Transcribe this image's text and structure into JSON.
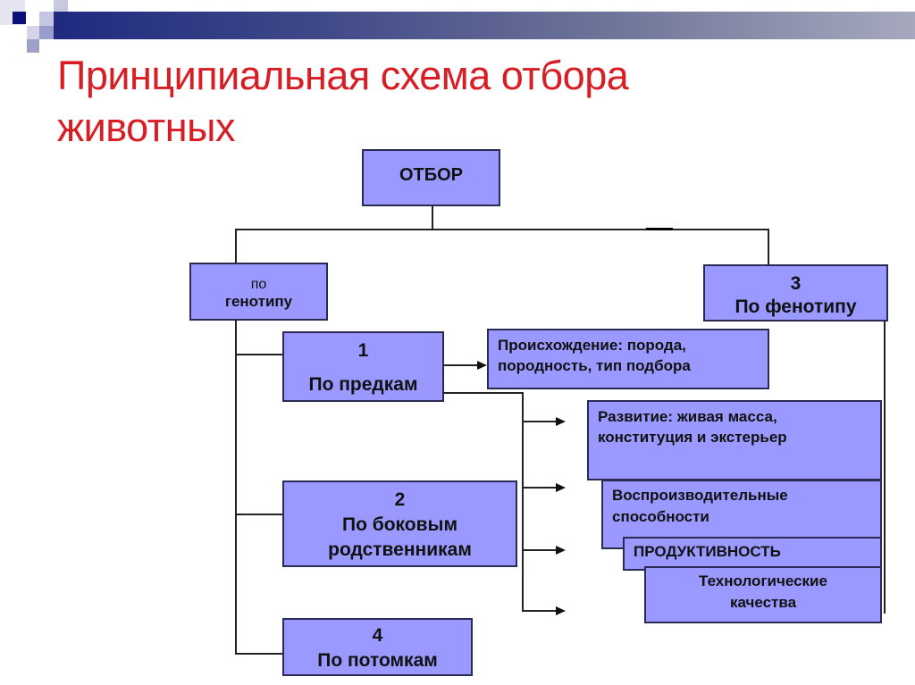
{
  "slide": {
    "title_line1": "Принципиальная схема отбора",
    "title_line2": "животных",
    "title_color": "#d81e25",
    "box_color": "#9999ff"
  },
  "diagram": {
    "root": {
      "label": "ОТБОР"
    },
    "genotype": {
      "line1": "по",
      "line2": "генотипу"
    },
    "phenotype": {
      "number": "3",
      "label": "По фенотипу"
    },
    "methods": [
      {
        "number": "1",
        "label": "По предкам"
      },
      {
        "number": "2",
        "label_line1": "По боковым",
        "label_line2": "родственникам"
      },
      {
        "number": "4",
        "label": "По потомкам"
      }
    ],
    "criteria": [
      {
        "line1": "Происхождение: порода,",
        "line2": "породность, тип подбора"
      },
      {
        "line1": "Развитие: живая масса,",
        "line2": "конституция и экстерьер"
      },
      {
        "line1": "Воспроизводительные",
        "line2": "способности"
      },
      {
        "line1": "ПРОДУКТИВНОСТЬ"
      },
      {
        "line1": "Технологические",
        "line2": "качества"
      }
    ]
  }
}
